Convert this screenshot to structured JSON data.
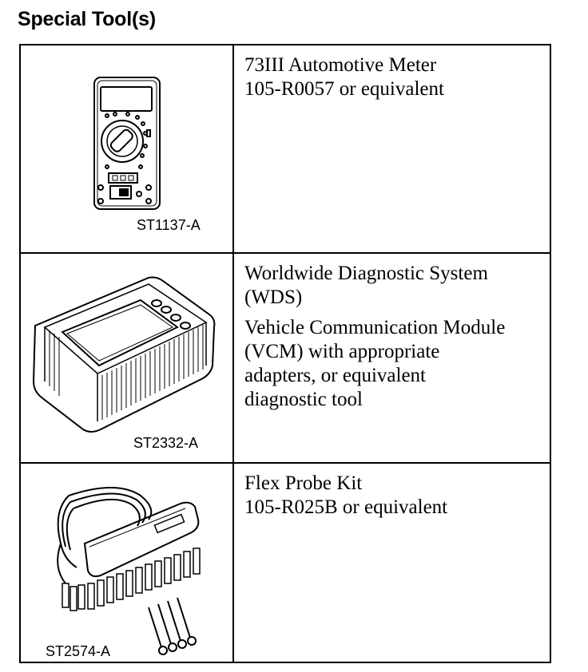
{
  "heading": "Special Tool(s)",
  "tools": [
    {
      "code": "ST1137-A",
      "lines": [
        "73III Automotive Meter",
        "105-R0057 or equivalent"
      ],
      "icon": "multimeter-icon"
    },
    {
      "code": "ST2332-A",
      "lines_a": [
        "Worldwide Diagnostic System",
        "(WDS)"
      ],
      "lines_b": [
        "Vehicle Communication Module",
        "(VCM) with appropriate",
        "adapters, or equivalent",
        "diagnostic tool"
      ],
      "icon": "diagnostic-tablet-icon"
    },
    {
      "code": "ST2574-A",
      "lines": [
        "Flex Probe Kit",
        "105-R025B or equivalent"
      ],
      "icon": "probe-kit-icon"
    }
  ]
}
